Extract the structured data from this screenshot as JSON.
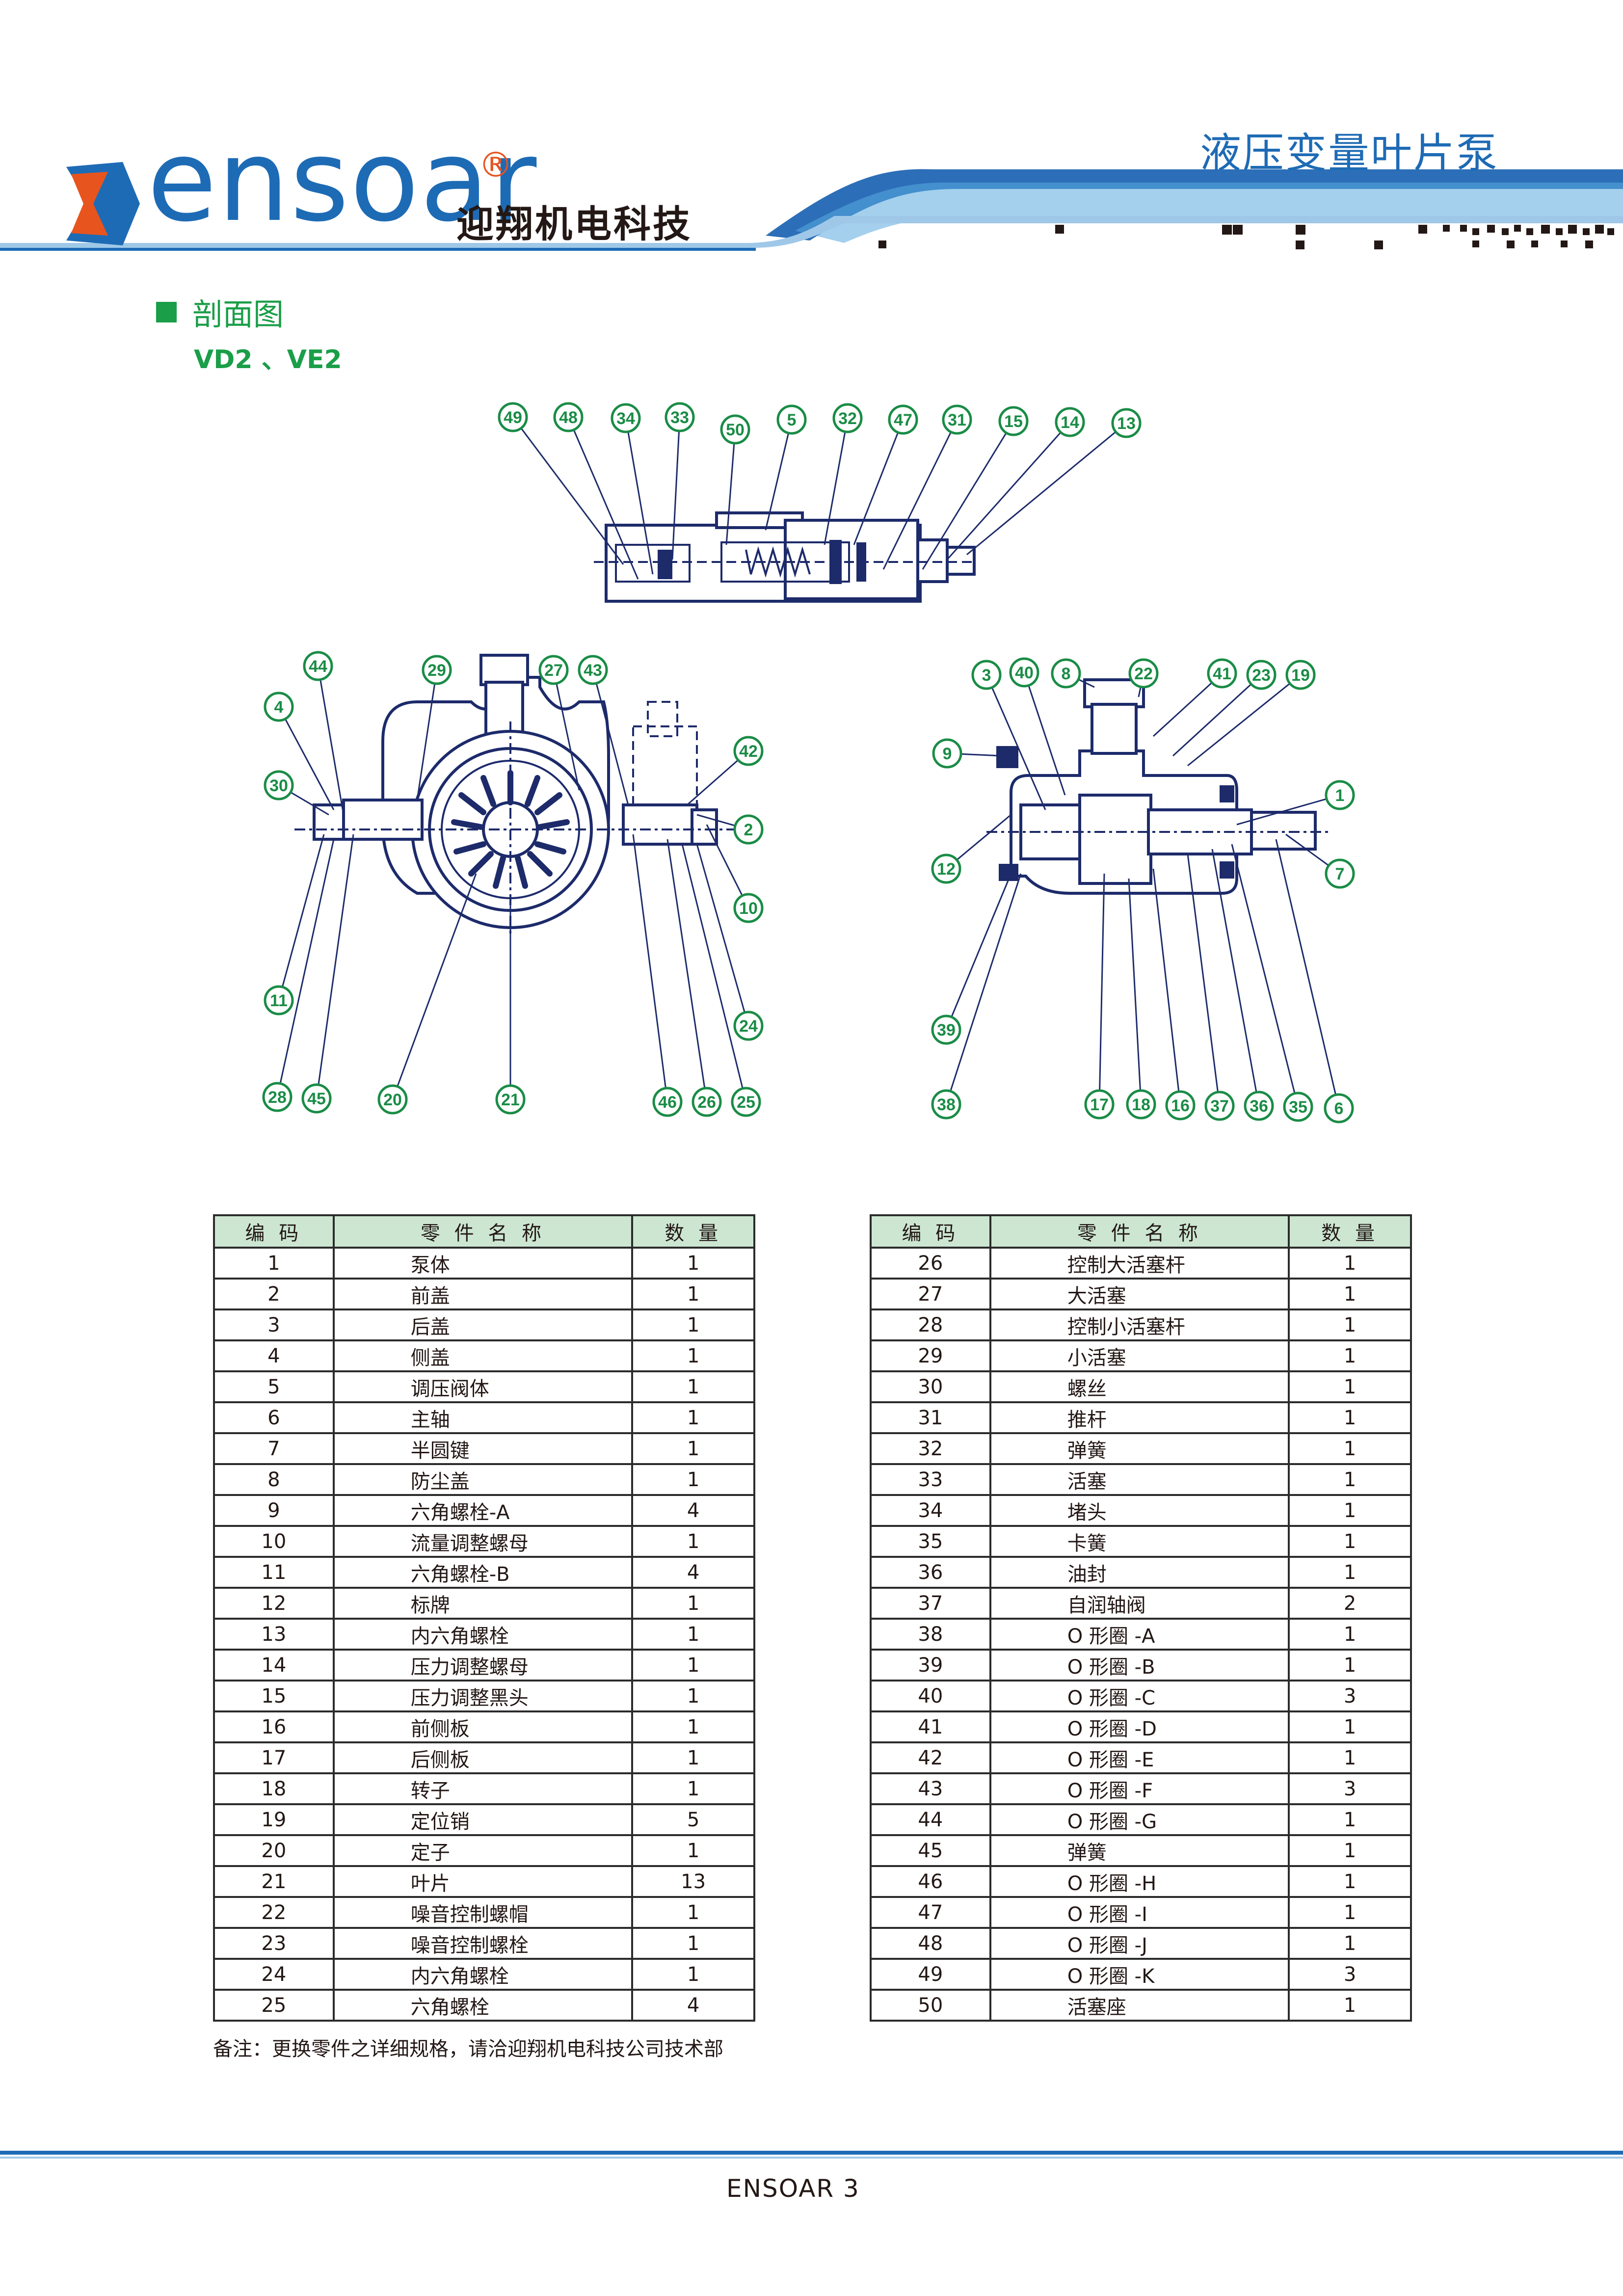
{
  "header": {
    "logo_text": "ensoar",
    "registered_mark": "®",
    "brand_chinese": "迎翔机电科技",
    "product_title": "液压变量叶片泵"
  },
  "section": {
    "title": "剖面图",
    "models": "VD2 、VE2"
  },
  "callouts": {
    "top_view": [
      "49",
      "48",
      "34",
      "33",
      "50",
      "5",
      "32",
      "47",
      "31",
      "15",
      "14",
      "13"
    ],
    "front_view": [
      "44",
      "29",
      "27",
      "43",
      "4",
      "30",
      "42",
      "2",
      "10",
      "11",
      "24",
      "28",
      "45",
      "20",
      "21",
      "46",
      "26",
      "25"
    ],
    "side_view": [
      "3",
      "40",
      "8",
      "22",
      "41",
      "23",
      "19",
      "9",
      "1",
      "12",
      "7",
      "39",
      "38",
      "17",
      "18",
      "16",
      "37",
      "36",
      "35",
      "6"
    ]
  },
  "table_headers": {
    "code": "编 码",
    "name": "零 件 名 称",
    "qty": "数 量"
  },
  "parts_left": [
    {
      "code": "1",
      "name": "泵体",
      "qty": "1"
    },
    {
      "code": "2",
      "name": "前盖",
      "qty": "1"
    },
    {
      "code": "3",
      "name": "后盖",
      "qty": "1"
    },
    {
      "code": "4",
      "name": "侧盖",
      "qty": "1"
    },
    {
      "code": "5",
      "name": "调压阀体",
      "qty": "1"
    },
    {
      "code": "6",
      "name": "主轴",
      "qty": "1"
    },
    {
      "code": "7",
      "name": "半圆键",
      "qty": "1"
    },
    {
      "code": "8",
      "name": "防尘盖",
      "qty": "1"
    },
    {
      "code": "9",
      "name": "六角螺栓-A",
      "qty": "4"
    },
    {
      "code": "10",
      "name": "流量调整螺母",
      "qty": "1"
    },
    {
      "code": "11",
      "name": "六角螺栓-B",
      "qty": "4"
    },
    {
      "code": "12",
      "name": "标牌",
      "qty": "1"
    },
    {
      "code": "13",
      "name": "内六角螺栓",
      "qty": "1"
    },
    {
      "code": "14",
      "name": "压力调整螺母",
      "qty": "1"
    },
    {
      "code": "15",
      "name": "压力调整黑头",
      "qty": "1"
    },
    {
      "code": "16",
      "name": "前侧板",
      "qty": "1"
    },
    {
      "code": "17",
      "name": "后侧板",
      "qty": "1"
    },
    {
      "code": "18",
      "name": "转子",
      "qty": "1"
    },
    {
      "code": "19",
      "name": "定位销",
      "qty": "5"
    },
    {
      "code": "20",
      "name": "定子",
      "qty": "1"
    },
    {
      "code": "21",
      "name": "叶片",
      "qty": "13"
    },
    {
      "code": "22",
      "name": "噪音控制螺帽",
      "qty": "1"
    },
    {
      "code": "23",
      "name": "噪音控制螺栓",
      "qty": "1"
    },
    {
      "code": "24",
      "name": "内六角螺栓",
      "qty": "1"
    },
    {
      "code": "25",
      "name": "六角螺栓",
      "qty": "4"
    }
  ],
  "parts_right": [
    {
      "code": "26",
      "name": "控制大活塞杆",
      "qty": "1"
    },
    {
      "code": "27",
      "name": "大活塞",
      "qty": "1"
    },
    {
      "code": "28",
      "name": "控制小活塞杆",
      "qty": "1"
    },
    {
      "code": "29",
      "name": "小活塞",
      "qty": "1"
    },
    {
      "code": "30",
      "name": "螺丝",
      "qty": "1"
    },
    {
      "code": "31",
      "name": "推杆",
      "qty": "1"
    },
    {
      "code": "32",
      "name": "弹簧",
      "qty": "1"
    },
    {
      "code": "33",
      "name": "活塞",
      "qty": "1"
    },
    {
      "code": "34",
      "name": "堵头",
      "qty": "1"
    },
    {
      "code": "35",
      "name": "卡簧",
      "qty": "1"
    },
    {
      "code": "36",
      "name": "油封",
      "qty": "1"
    },
    {
      "code": "37",
      "name": "自润轴阀",
      "qty": "2"
    },
    {
      "code": "38",
      "name": "O 形圈 -A",
      "qty": "1"
    },
    {
      "code": "39",
      "name": "O 形圈 -B",
      "qty": "1"
    },
    {
      "code": "40",
      "name": "O 形圈 -C",
      "qty": "3"
    },
    {
      "code": "41",
      "name": "O 形圈 -D",
      "qty": "1"
    },
    {
      "code": "42",
      "name": "O 形圈 -E",
      "qty": "1"
    },
    {
      "code": "43",
      "name": "O 形圈 -F",
      "qty": "3"
    },
    {
      "code": "44",
      "name": "O 形圈 -G",
      "qty": "1"
    },
    {
      "code": "45",
      "name": "弹簧",
      "qty": "1"
    },
    {
      "code": "46",
      "name": "O 形圈 -H",
      "qty": "1"
    },
    {
      "code": "47",
      "name": "O 形圈 -I",
      "qty": "1"
    },
    {
      "code": "48",
      "name": "O 形圈 -J",
      "qty": "1"
    },
    {
      "code": "49",
      "name": "O 形圈 -K",
      "qty": "3"
    },
    {
      "code": "50",
      "name": "活塞座",
      "qty": "1"
    }
  ],
  "footnote": "备注：更换零件之详细规格，请洽迎翔机电科技公司技术部",
  "footer": {
    "text": "ENSOAR  3"
  },
  "colors": {
    "brand_blue": "#1e6bb5",
    "brand_green": "#1a9e48",
    "header_cell": "#cce6d2",
    "logo_orange": "#e8541e"
  }
}
